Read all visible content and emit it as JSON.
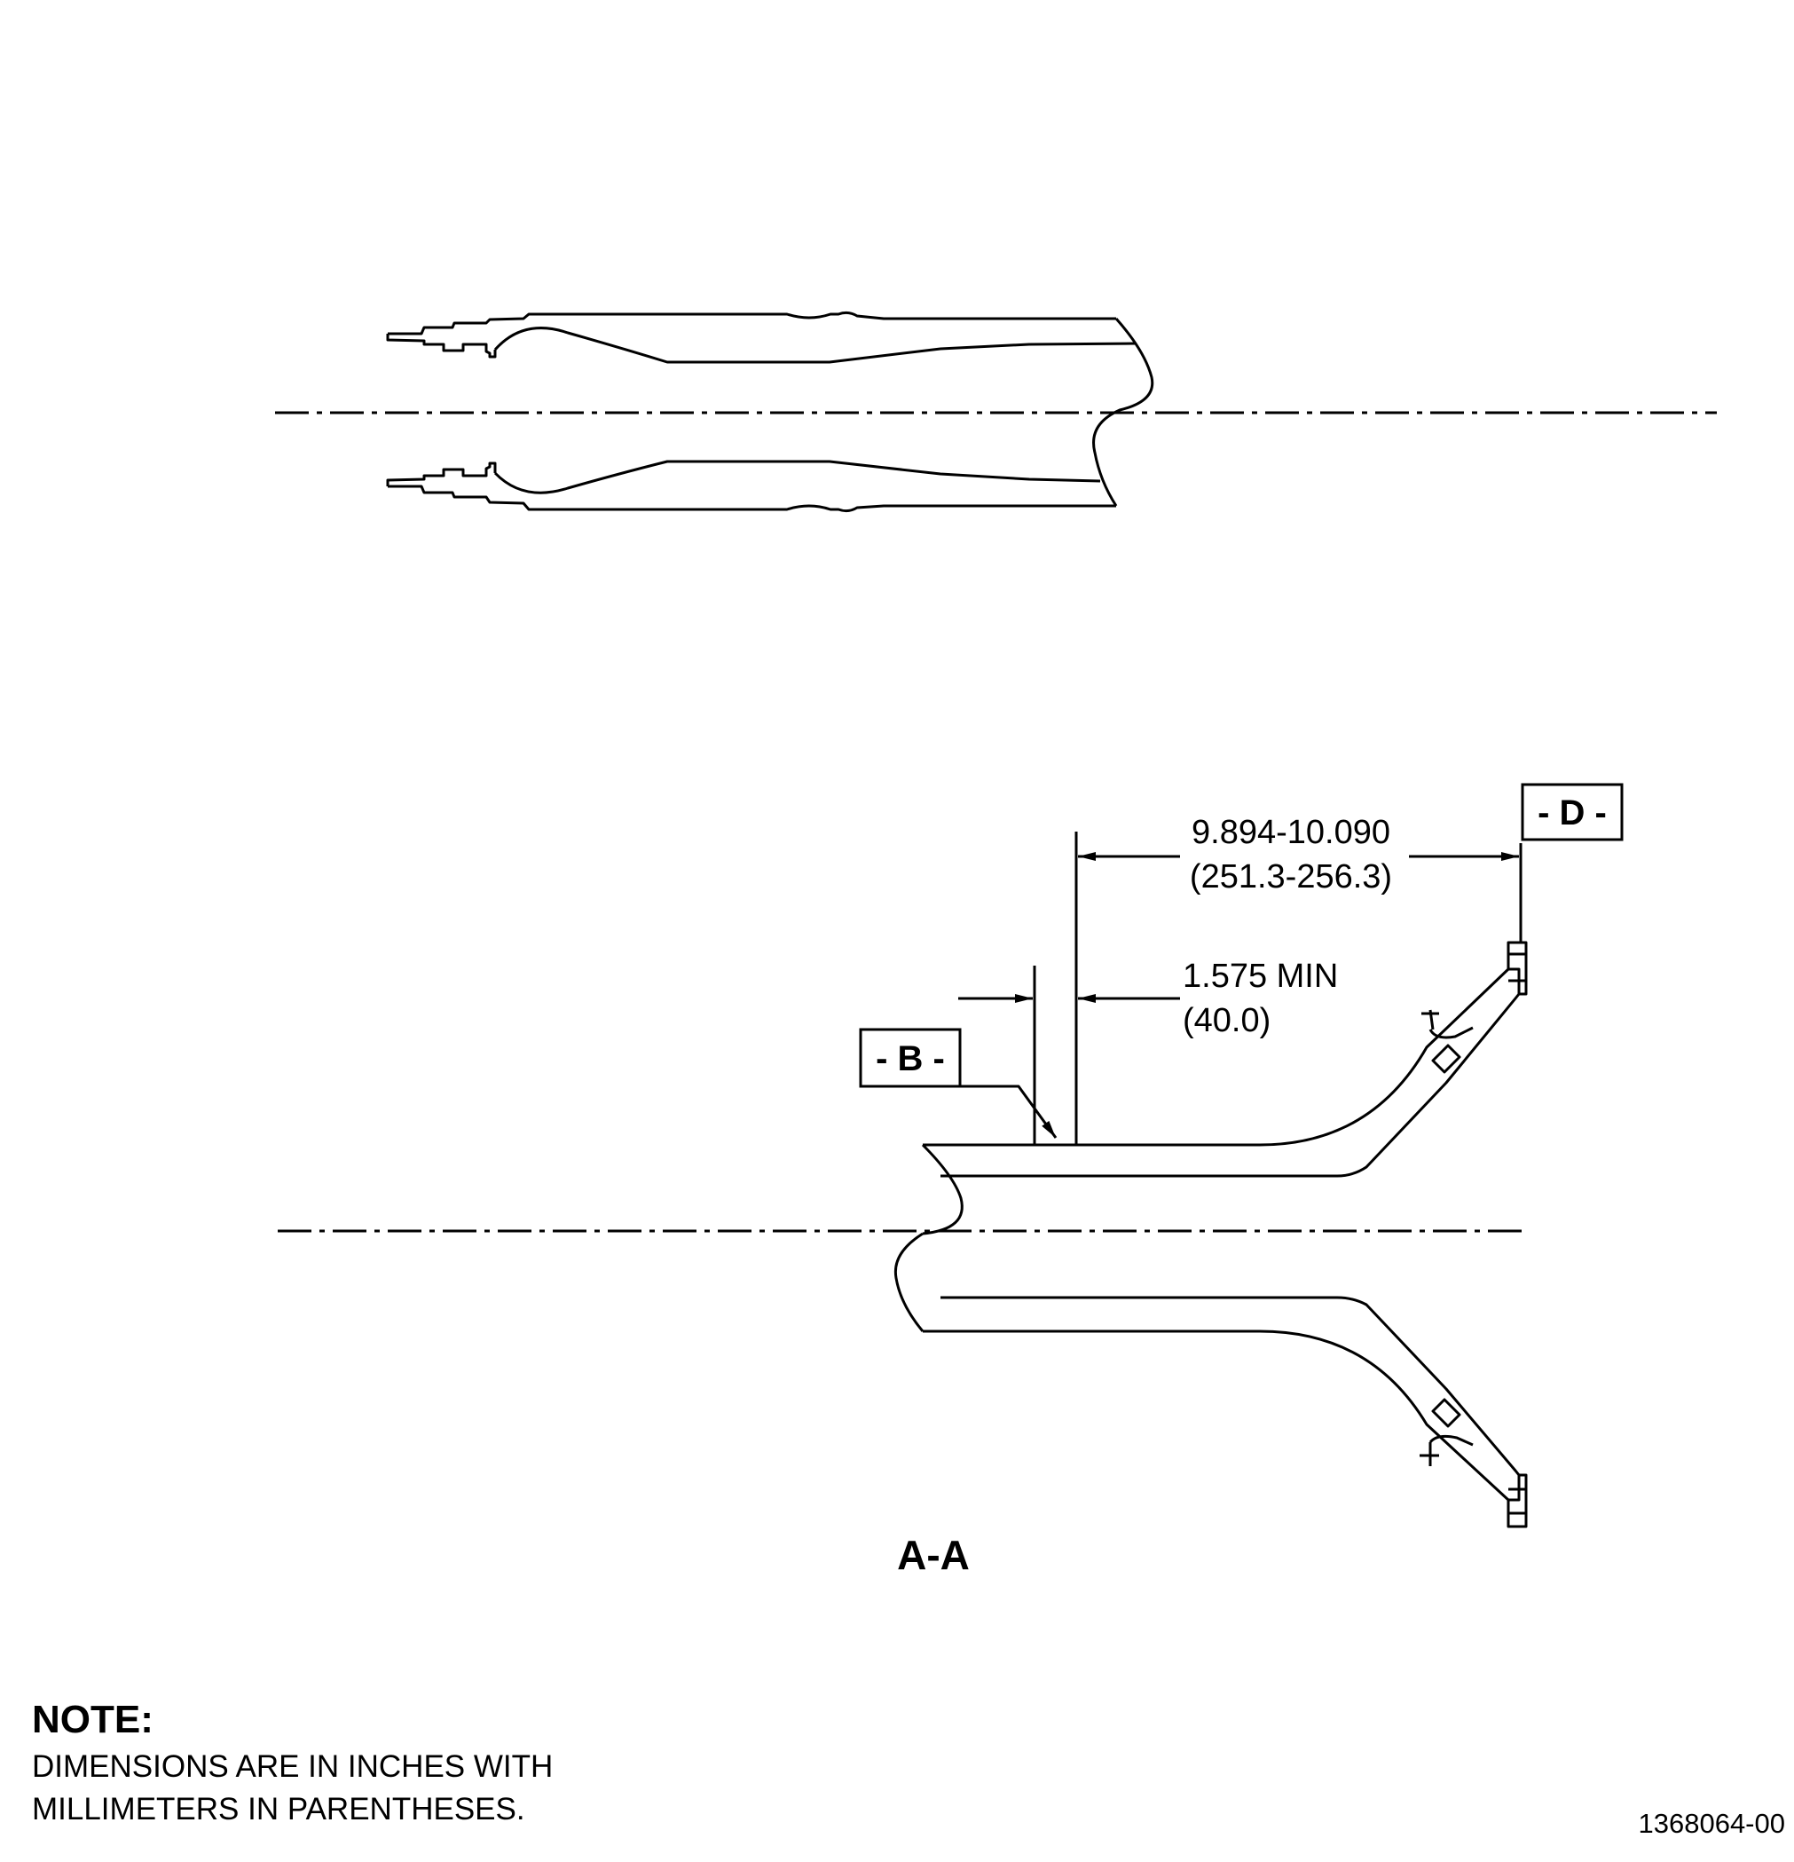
{
  "dimensions": {
    "overall": {
      "inches": "9.894-10.090",
      "mm": "(251.3-256.3)"
    },
    "offset": {
      "inches": "1.575 MIN",
      "mm": "(40.0)"
    }
  },
  "datums": {
    "b": "- B -",
    "d": "- D -"
  },
  "section_label": "A-A",
  "note": {
    "title": "NOTE:",
    "line1": "DIMENSIONS ARE IN INCHES WITH",
    "line2": "MILLIMETERS IN PARENTHESES."
  },
  "document_number": "1368064-00",
  "colors": {
    "ink": "#000000",
    "paper": "#ffffff"
  }
}
